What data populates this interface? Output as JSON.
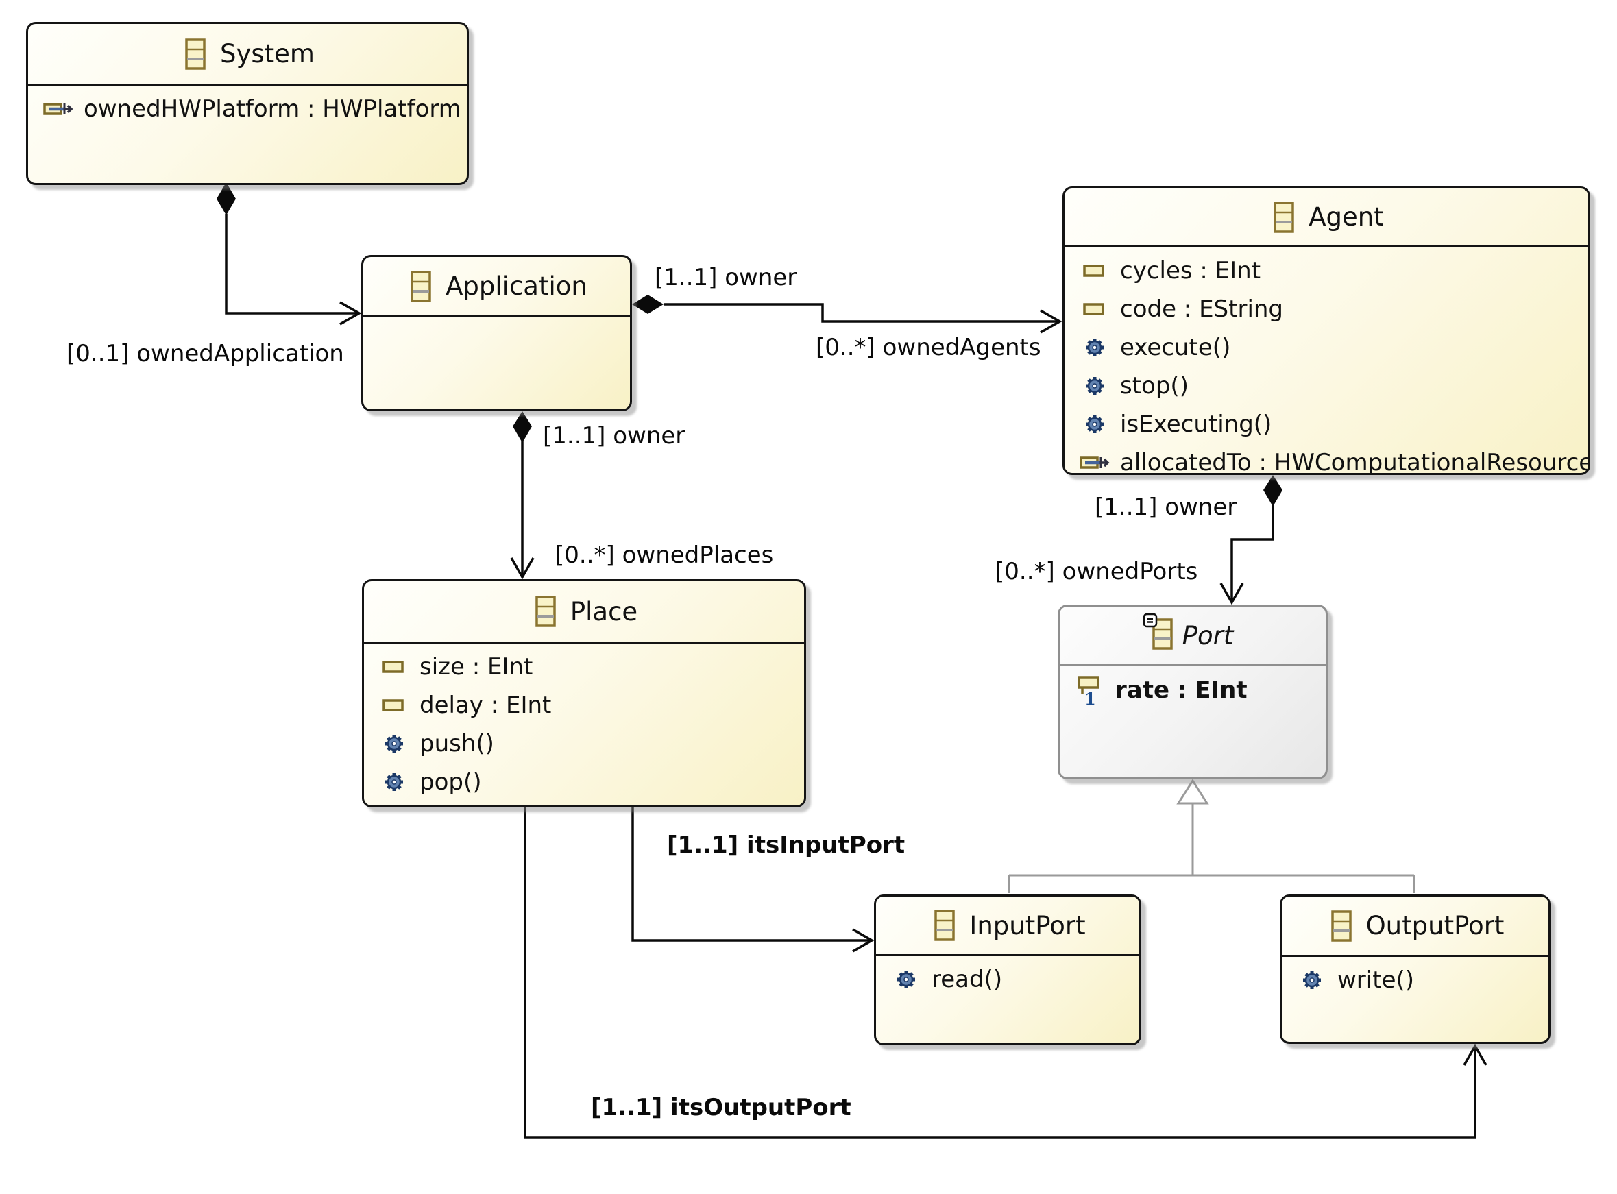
{
  "diagram": {
    "classes": {
      "system": {
        "title": "System",
        "members": [
          {
            "icon": "reference",
            "text": "ownedHWPlatform : HWPlatform"
          }
        ]
      },
      "application": {
        "title": "Application",
        "members": []
      },
      "agent": {
        "title": "Agent",
        "members": [
          {
            "icon": "attribute",
            "text": "cycles : EInt"
          },
          {
            "icon": "attribute",
            "text": "code : EString"
          },
          {
            "icon": "operation",
            "text": "execute()"
          },
          {
            "icon": "operation",
            "text": "stop()"
          },
          {
            "icon": "operation",
            "text": "isExecuting()"
          },
          {
            "icon": "reference",
            "text": "allocatedTo : HWComputationalResource"
          }
        ]
      },
      "place": {
        "title": "Place",
        "members": [
          {
            "icon": "attribute",
            "text": "size : EInt"
          },
          {
            "icon": "attribute",
            "text": "delay : EInt"
          },
          {
            "icon": "operation",
            "text": "push()"
          },
          {
            "icon": "operation",
            "text": "pop()"
          }
        ]
      },
      "port": {
        "title": "Port",
        "abstract": true,
        "members": [
          {
            "icon": "attribute-one",
            "text": "rate : EInt",
            "bold": true
          }
        ]
      },
      "inputport": {
        "title": "InputPort",
        "members": [
          {
            "icon": "operation",
            "text": "read()"
          }
        ]
      },
      "outputport": {
        "title": "OutputPort",
        "members": [
          {
            "icon": "operation",
            "text": "write()"
          }
        ]
      }
    },
    "edge_labels": {
      "ownedApplication": "[0..1] ownedApplication",
      "ownerAppAgent": "[1..1] owner",
      "ownedAgents": "[0..*] ownedAgents",
      "ownerAppPlace": "[1..1] owner",
      "ownedPlaces": "[0..*] ownedPlaces",
      "ownerAgentPort": "[1..1] owner",
      "ownedPorts": "[0..*] ownedPorts",
      "itsInputPort": "[1..1] itsInputPort",
      "itsOutputPort": "[1..1] itsOutputPort"
    },
    "colors": {
      "box_fill_light": "#fffffb",
      "box_fill_cream": "#f8f1c6",
      "box_border": "#141414",
      "abstract_fill": "#efefef",
      "abstract_border": "#8f8f8f",
      "edge_black": "#0a0a0a",
      "generalization_gray": "#9a9a9a",
      "icon_khaki": "#8a7430",
      "icon_fill": "#f7f1c5",
      "gear_blue": "#5f7fae",
      "one_blue": "#1d4d8f"
    }
  }
}
